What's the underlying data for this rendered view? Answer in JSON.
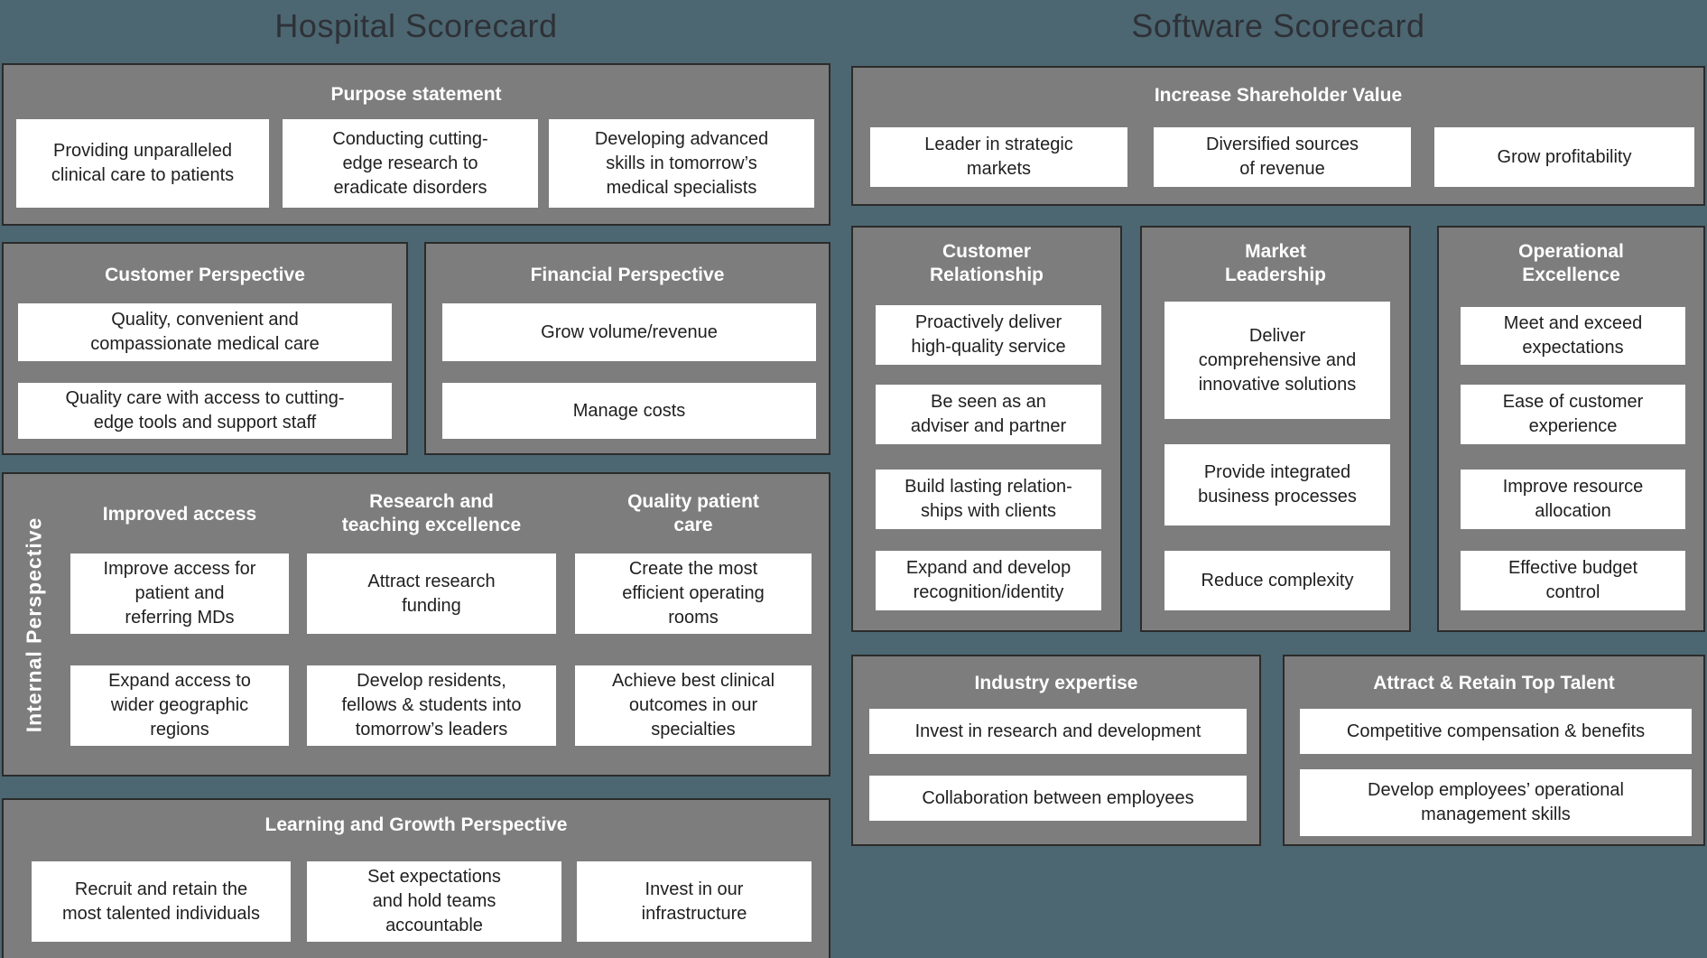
{
  "titles": {
    "hospital": "Hospital Scorecard",
    "software": "Software Scorecard"
  },
  "colors": {
    "background": "#4c6771",
    "panel": "#7d7d7d",
    "panel_border": "#2b2b2b",
    "box_background": "#ffffff",
    "box_text": "#1f1f1f",
    "header_text": "#ffffff",
    "title_text": "#2e3137"
  },
  "hospital": {
    "purpose": {
      "header": "Purpose statement",
      "items": [
        "Providing unparalleled\nclinical care to patients",
        "Conducting cutting-\nedge research to\neradicate disorders",
        "Developing advanced\nskills in tomorrow’s\nmedical specialists"
      ]
    },
    "customer": {
      "header": "Customer Perspective",
      "items": [
        "Quality, convenient and\ncompassionate medical care",
        "Quality care with access to cutting-\nedge tools and support staff"
      ]
    },
    "financial": {
      "header": "Financial Perspective",
      "items": [
        "Grow volume/revenue",
        "Manage costs"
      ]
    },
    "internal": {
      "side_label": "Internal Perspective",
      "columns": [
        {
          "header": "Improved access",
          "items": [
            "Improve access for\npatient and\nreferring MDs",
            "Expand access to\nwider geographic\nregions"
          ]
        },
        {
          "header": "Research and\nteaching excellence",
          "items": [
            "Attract research\nfunding",
            "Develop residents,\nfellows & students into\ntomorrow’s leaders"
          ]
        },
        {
          "header": "Quality patient\ncare",
          "items": [
            "Create the most\nefficient operating\nrooms",
            "Achieve best clinical\noutcomes in our\nspecialties"
          ]
        }
      ]
    },
    "learning": {
      "header": "Learning and Growth Perspective",
      "items": [
        "Recruit and retain the\nmost talented individuals",
        "Set expectations\nand hold teams\naccountable",
        "Invest in our\ninfrastructure"
      ]
    }
  },
  "software": {
    "shareholder": {
      "header": "Increase Shareholder Value",
      "items": [
        "Leader in strategic\nmarkets",
        "Diversified sources\nof revenue",
        "Grow profitability"
      ]
    },
    "customer_relationship": {
      "header": "Customer\nRelationship",
      "items": [
        "Proactively deliver\nhigh-quality service",
        "Be seen as an\nadviser and partner",
        "Build lasting relation-\nships with clients",
        "Expand and develop\nrecognition/identity"
      ]
    },
    "market_leadership": {
      "header": "Market\nLeadership",
      "items": [
        "Deliver\ncomprehensive and\ninnovative solutions",
        "Provide integrated\nbusiness processes",
        "Reduce complexity"
      ]
    },
    "operational_excellence": {
      "header": "Operational\nExcellence",
      "items": [
        "Meet and exceed\nexpectations",
        "Ease of customer\nexperience",
        "Improve resource\nallocation",
        "Effective budget\ncontrol"
      ]
    },
    "industry": {
      "header": "Industry expertise",
      "items": [
        "Invest in research and development",
        "Collaboration between employees"
      ]
    },
    "talent": {
      "header": "Attract & Retain Top Talent",
      "items": [
        "Competitive compensation & benefits",
        "Develop employees’ operational\nmanagement skills"
      ]
    }
  }
}
